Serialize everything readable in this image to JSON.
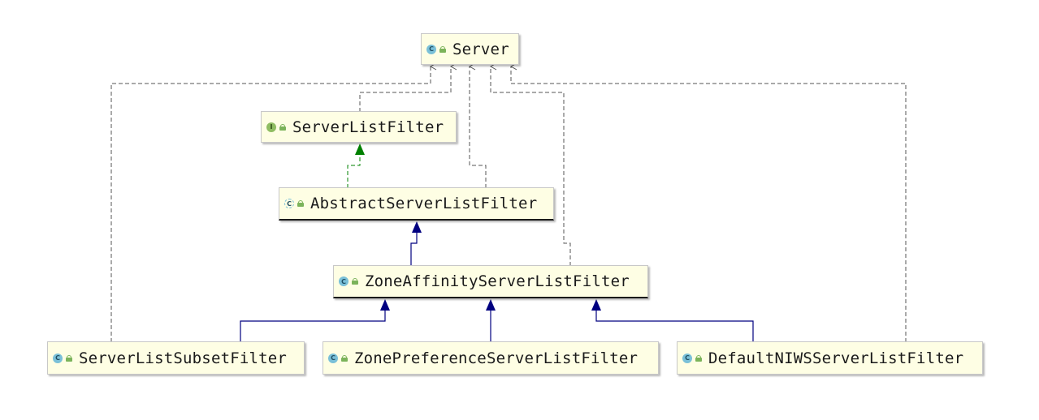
{
  "diagram": {
    "nodes": [
      {
        "id": "server",
        "name": "Server",
        "kind": "class",
        "kind_letter": "C"
      },
      {
        "id": "slf",
        "name": "ServerListFilter",
        "kind": "interface",
        "kind_letter": "I"
      },
      {
        "id": "aslf",
        "name": "AbstractServerListFilter",
        "kind": "abstract",
        "kind_letter": "C"
      },
      {
        "id": "zaslf",
        "name": "ZoneAffinityServerListFilter",
        "kind": "class",
        "kind_letter": "C"
      },
      {
        "id": "slsf",
        "name": "ServerListSubsetFilter",
        "kind": "class",
        "kind_letter": "C"
      },
      {
        "id": "zpslf",
        "name": "ZonePreferenceServerListFilter",
        "kind": "class",
        "kind_letter": "C"
      },
      {
        "id": "dnslf",
        "name": "DefaultNIWSServerListFilter",
        "kind": "class",
        "kind_letter": "C"
      }
    ],
    "edges": [
      {
        "from": "slsf",
        "to": "server",
        "type": "dependency"
      },
      {
        "from": "slf",
        "to": "server",
        "type": "dependency"
      },
      {
        "from": "aslf",
        "to": "server",
        "type": "dependency"
      },
      {
        "from": "zaslf",
        "to": "server",
        "type": "dependency"
      },
      {
        "from": "dnslf",
        "to": "server",
        "type": "dependency"
      },
      {
        "from": "aslf",
        "to": "slf",
        "type": "implements"
      },
      {
        "from": "zaslf",
        "to": "aslf",
        "type": "extends"
      },
      {
        "from": "slsf",
        "to": "zaslf",
        "type": "extends"
      },
      {
        "from": "zpslf",
        "to": "zaslf",
        "type": "extends"
      },
      {
        "from": "dnslf",
        "to": "zaslf",
        "type": "extends"
      }
    ],
    "colors": {
      "node_fill": "#fefee4",
      "node_border": "#c8c8c8",
      "dependency": "#555555",
      "implements": "#008000",
      "extends": "#000080",
      "class_icon": "#7ac0d8",
      "interface_icon": "#8fbd62",
      "lock_icon": "#7bb35a"
    }
  }
}
